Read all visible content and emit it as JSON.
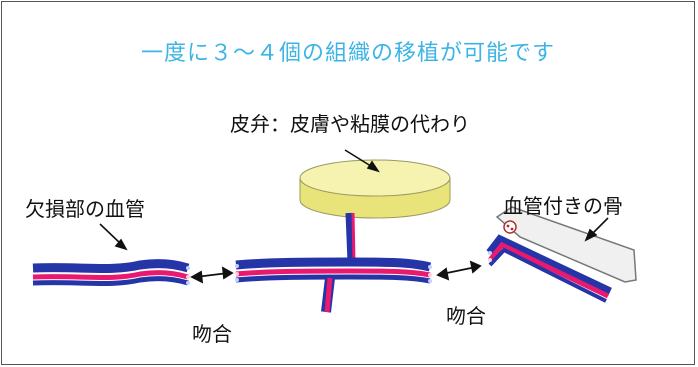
{
  "title": "一度に３～４個の組織の移植が可能です",
  "labels": {
    "flap": "皮弁：皮膚や粘膜の代わり",
    "defect_vessel": "欠損部の血管",
    "bone": "血管付きの骨",
    "anastomosis_left": "吻合",
    "anastomosis_right": "吻合"
  },
  "colors": {
    "title": "#3cb4e6",
    "artery": "#e8196e",
    "vein": "#2535a8",
    "flap_top": "#f6f3b0",
    "flap_side": "#e9e47a",
    "bone": "#f0f0f0"
  }
}
